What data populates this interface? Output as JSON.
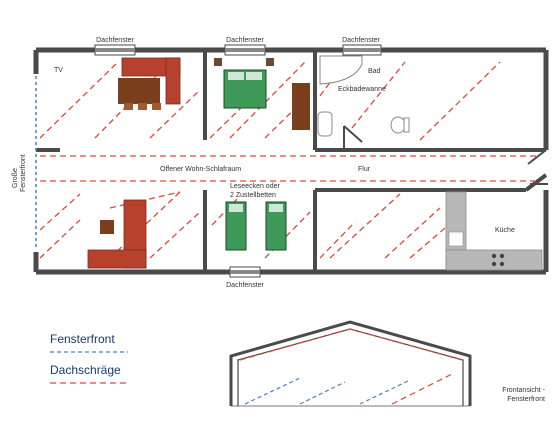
{
  "labels": {
    "dachfenster_top_left": "Dachfenster",
    "dachfenster_top_mid": "Dachfenster",
    "dachfenster_top_right": "Dachfenster",
    "dachfenster_bottom": "Dachfenster",
    "tv": "TV",
    "bad": "Bad",
    "eckbadewanne": "Eckbadewanne",
    "offener_raum": "Offener Wohn-Schlafraum",
    "flur": "Flur",
    "leseecken_line1": "Leseecken oder",
    "leseecken_line2": "2 Zustellbetten",
    "kueche": "Küche",
    "grosse_fensterfront_line1": "Große",
    "grosse_fensterfront_line2": "Fensterfront",
    "frontansicht_line1": "Frontansicht -",
    "frontansicht_line2": "Fensterfront"
  },
  "legend": {
    "fensterfront": "Fensterfront",
    "dachschraege": "Dachschräge"
  },
  "colors": {
    "wall": "#4a4a4a",
    "wall_fill": "#f4f4f4",
    "dashed_red": "#d94a3a",
    "dashed_blue": "#4a7fc4",
    "sofa": "#b8412e",
    "wood": "#7a3e1c",
    "bed": "#3f9a5a",
    "kitchen": "#b8b8b8",
    "legend_text": "#1a3a6a"
  },
  "icons": [
    "window-icon",
    "sofa-icon",
    "bed-icon",
    "table-icon",
    "toilet-icon",
    "sink-icon",
    "bathtub-icon",
    "stove-icon",
    "door-icon"
  ]
}
